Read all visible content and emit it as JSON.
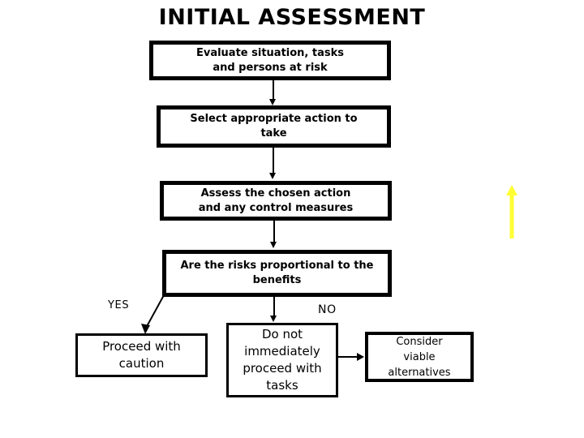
{
  "slide": {
    "title": "INITIAL ASSESSMENT",
    "background_color": "#FFFFFF",
    "text_color": "#000000"
  },
  "flowchart": {
    "nodes": [
      {
        "id": "evaluate",
        "label": "Evaluate situation, tasks\nand persons at risk"
      },
      {
        "id": "select",
        "label": "Select appropriate action to\ntake"
      },
      {
        "id": "assess",
        "label": "Assess the chosen action\nand any control measures"
      },
      {
        "id": "risks",
        "label": "Are the risks proportional to the\nbenefits"
      },
      {
        "id": "proceed",
        "label": "Proceed with\ncaution"
      },
      {
        "id": "donot",
        "label": "Do not\nimmediately\nproceed with\ntasks"
      },
      {
        "id": "consider",
        "label": "Consider\nviable\nalternatives"
      }
    ],
    "branch_labels": {
      "yes": "YES",
      "no": "NO"
    },
    "connectors": [
      {
        "from": "evaluate",
        "to": "select",
        "type": "vertical-arrow"
      },
      {
        "from": "select",
        "to": "assess",
        "type": "vertical-arrow"
      },
      {
        "from": "assess",
        "to": "risks",
        "type": "vertical-arrow"
      },
      {
        "from": "risks",
        "to": "proceed",
        "type": "diagonal-arrow",
        "label": "YES"
      },
      {
        "from": "risks",
        "to": "donot",
        "type": "vertical-arrow",
        "label": "NO"
      },
      {
        "from": "donot",
        "to": "consider",
        "type": "horizontal-arrow"
      }
    ]
  },
  "accent": {
    "arrow_color": "#FFFF33",
    "arrow_direction": "up"
  }
}
